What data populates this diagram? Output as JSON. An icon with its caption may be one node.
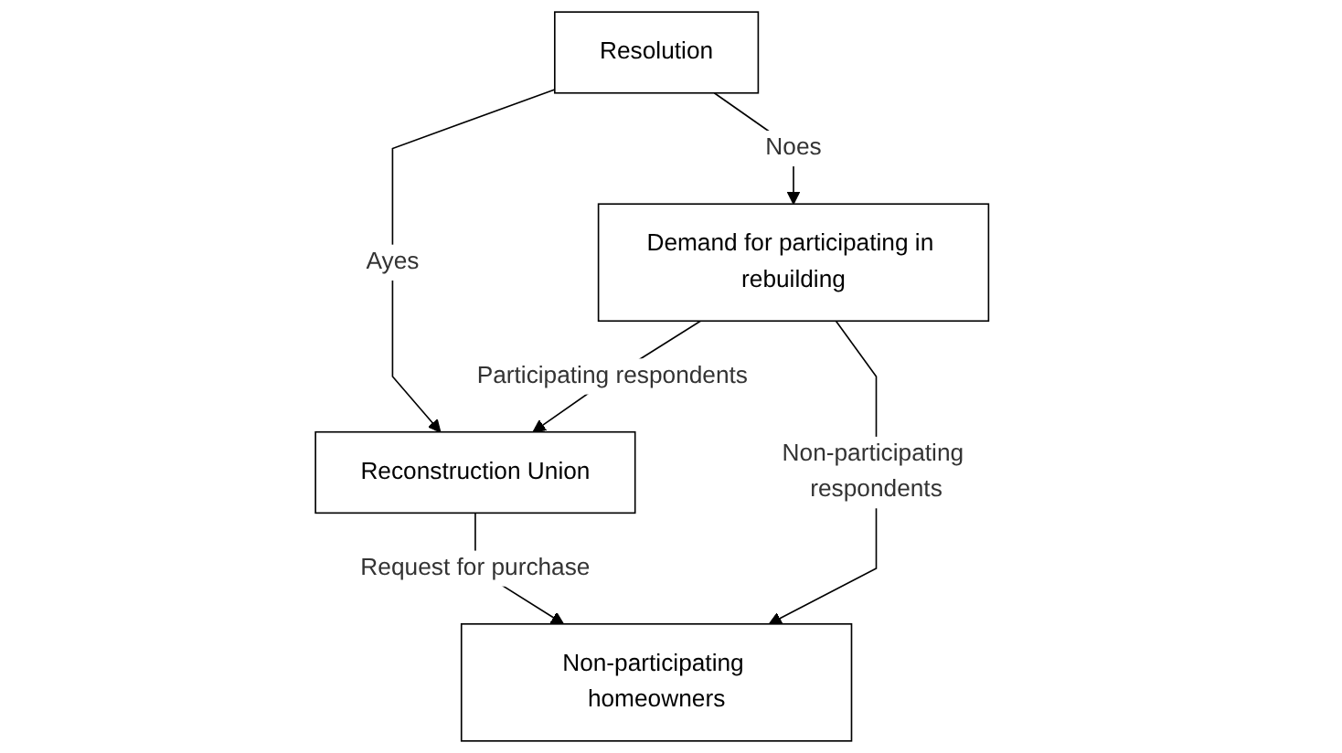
{
  "diagram": {
    "nodes": [
      {
        "text": [
          "Resolution"
        ]
      },
      {
        "text": [
          "Demand for participating in rebuilding"
        ]
      },
      {
        "text": [
          "Reconstruction Union"
        ]
      },
      {
        "text": [
          "Non-participating homeowners"
        ]
      }
    ],
    "edges": [
      {
        "from": 0,
        "to": 2,
        "arrow": "to",
        "label": "Ayes"
      },
      {
        "from": 0,
        "to": 1,
        "arrow": "to",
        "label": "Noes"
      },
      {
        "from": 1,
        "to": 2,
        "arrow": "to",
        "label": "Participating respondents"
      },
      {
        "from": 1,
        "to": 3,
        "arrow": "to",
        "label": "Non-participating respondents"
      },
      {
        "from": 2,
        "to": 3,
        "arrow": "to",
        "label": "Request for purchase"
      }
    ]
  }
}
